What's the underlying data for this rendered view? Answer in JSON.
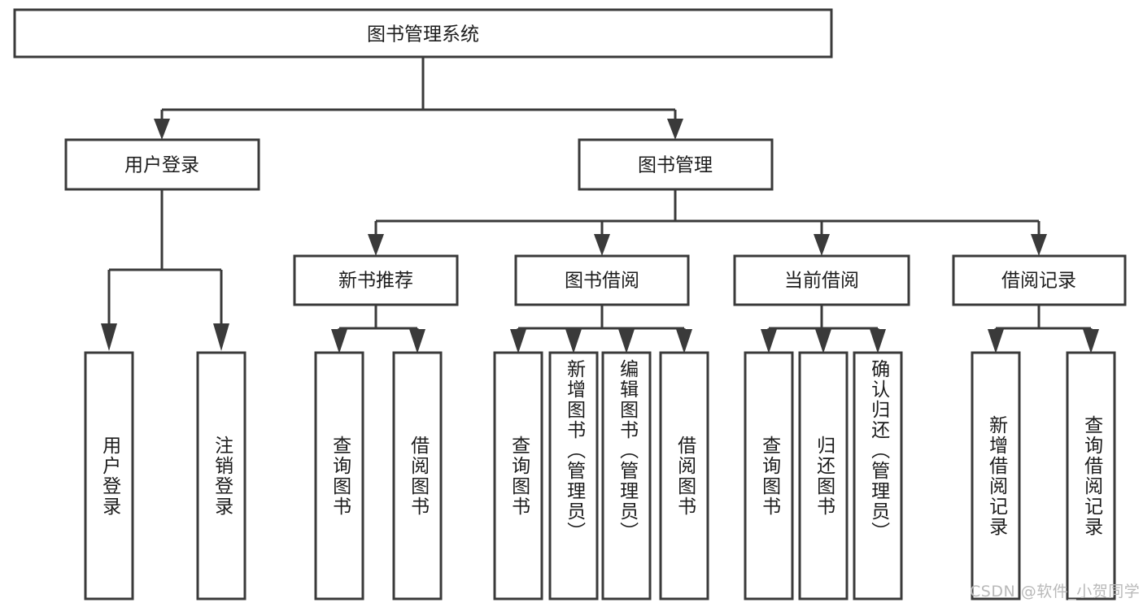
{
  "diagram": {
    "title": "图书管理系统",
    "type": "hierarchy-tree",
    "colors": {
      "stroke": "#3a3a3a",
      "fill": "#ffffff",
      "text": "#1c1c1c",
      "watermark": "#b9b9b9",
      "background": "#ffffff"
    },
    "root": {
      "label": "图书管理系统"
    },
    "level1": [
      {
        "label": "用户登录"
      },
      {
        "label": "图书管理"
      }
    ],
    "level2": [
      {
        "label": "新书推荐"
      },
      {
        "label": "图书借阅"
      },
      {
        "label": "当前借阅"
      },
      {
        "label": "借阅记录"
      }
    ],
    "leaves": {
      "user_login": [
        {
          "label": "用户登录"
        },
        {
          "label": "注销登录"
        }
      ],
      "new_book_recommend": [
        {
          "label": "查询图书"
        },
        {
          "label": "借阅图书"
        }
      ],
      "book_borrow": [
        {
          "label": "查询图书"
        },
        {
          "label": "新增图书（管理员）"
        },
        {
          "label": "编辑图书（管理员）"
        },
        {
          "label": "借阅图书"
        }
      ],
      "current_borrow": [
        {
          "label": "查询图书"
        },
        {
          "label": "归还图书"
        },
        {
          "label": "确认归还（管理员）"
        }
      ],
      "borrow_record": [
        {
          "label": "新增借阅记录"
        },
        {
          "label": "查询借阅记录"
        }
      ]
    },
    "watermark": "CSDN @软件_小贺同学"
  }
}
